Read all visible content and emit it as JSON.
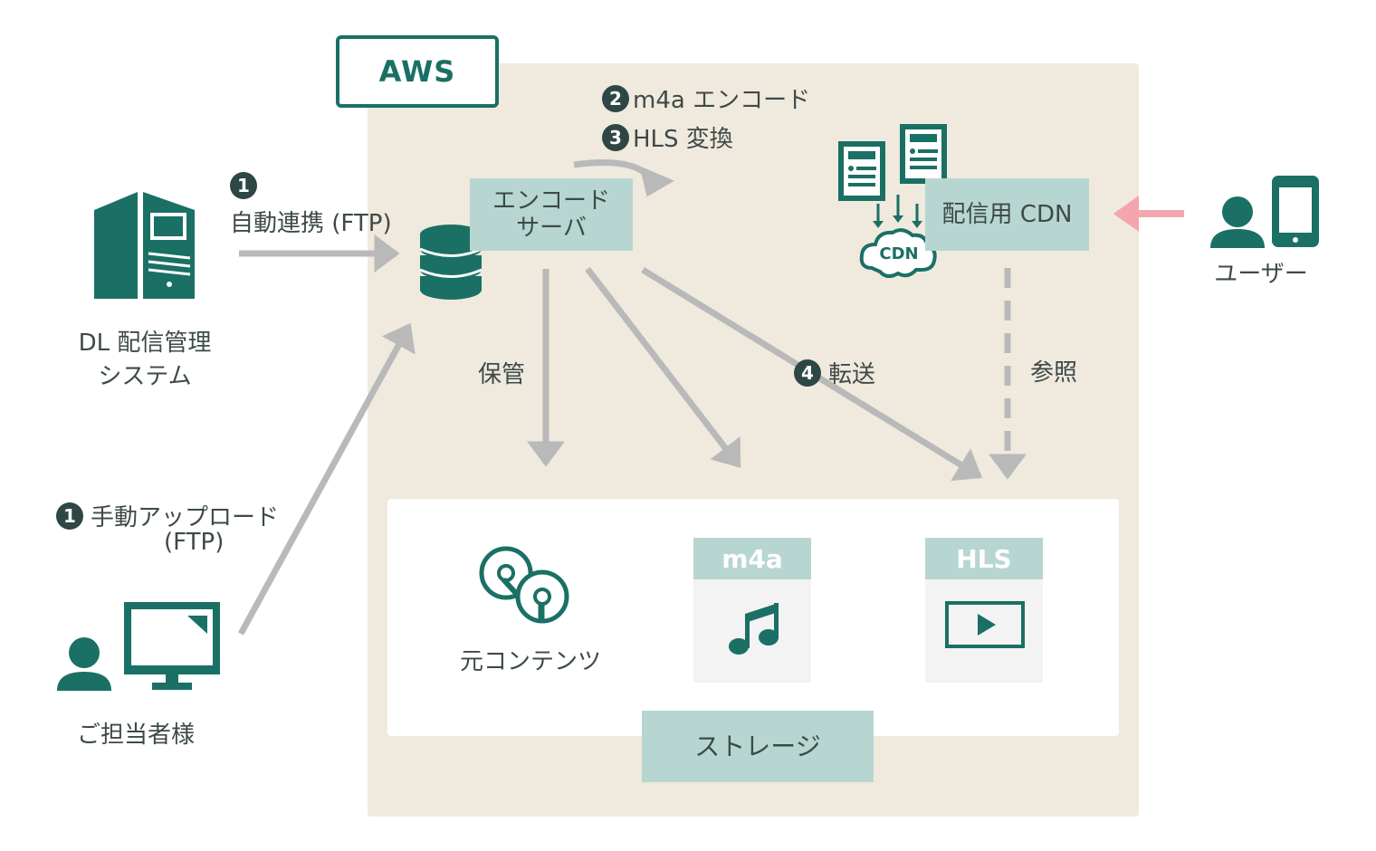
{
  "aws": {
    "label": "AWS"
  },
  "encode_server": {
    "label_line1": "エンコード",
    "label_line2": "サーバ"
  },
  "cdn": {
    "label": "配信用 CDN",
    "cloud_label": "CDN"
  },
  "storage": {
    "label": "ストレージ"
  },
  "steps": {
    "auto_link": {
      "number": "1",
      "label": "自動連携 (FTP)"
    },
    "m4a_encode": {
      "number": "2",
      "label": "m4a エンコード"
    },
    "hls_convert": {
      "number": "3",
      "label": "HLS 変換"
    },
    "transfer": {
      "number": "4",
      "label": "転送"
    },
    "manual_upload": {
      "number": "1",
      "label_line1": "手動アップロード",
      "label_line2": "(FTP)"
    }
  },
  "edge_labels": {
    "store": "保管",
    "reference": "参照"
  },
  "actors": {
    "dl_system": {
      "label_line1": "DL 配信管理",
      "label_line2": "システム"
    },
    "staff": {
      "label": "ご担当者様"
    },
    "user": {
      "label": "ユーザー"
    }
  },
  "contents": {
    "original": {
      "label": "元コンテンツ"
    },
    "m4a": {
      "label": "m4a"
    },
    "hls": {
      "label": "HLS"
    }
  },
  "colors": {
    "teal": "#1a7064",
    "light_teal": "#b7d6d1",
    "beige": "#f0e9de",
    "arrow_gray": "#b9b9b9",
    "pink_arrow": "#f3a6ad",
    "badge": "#2e4744"
  }
}
